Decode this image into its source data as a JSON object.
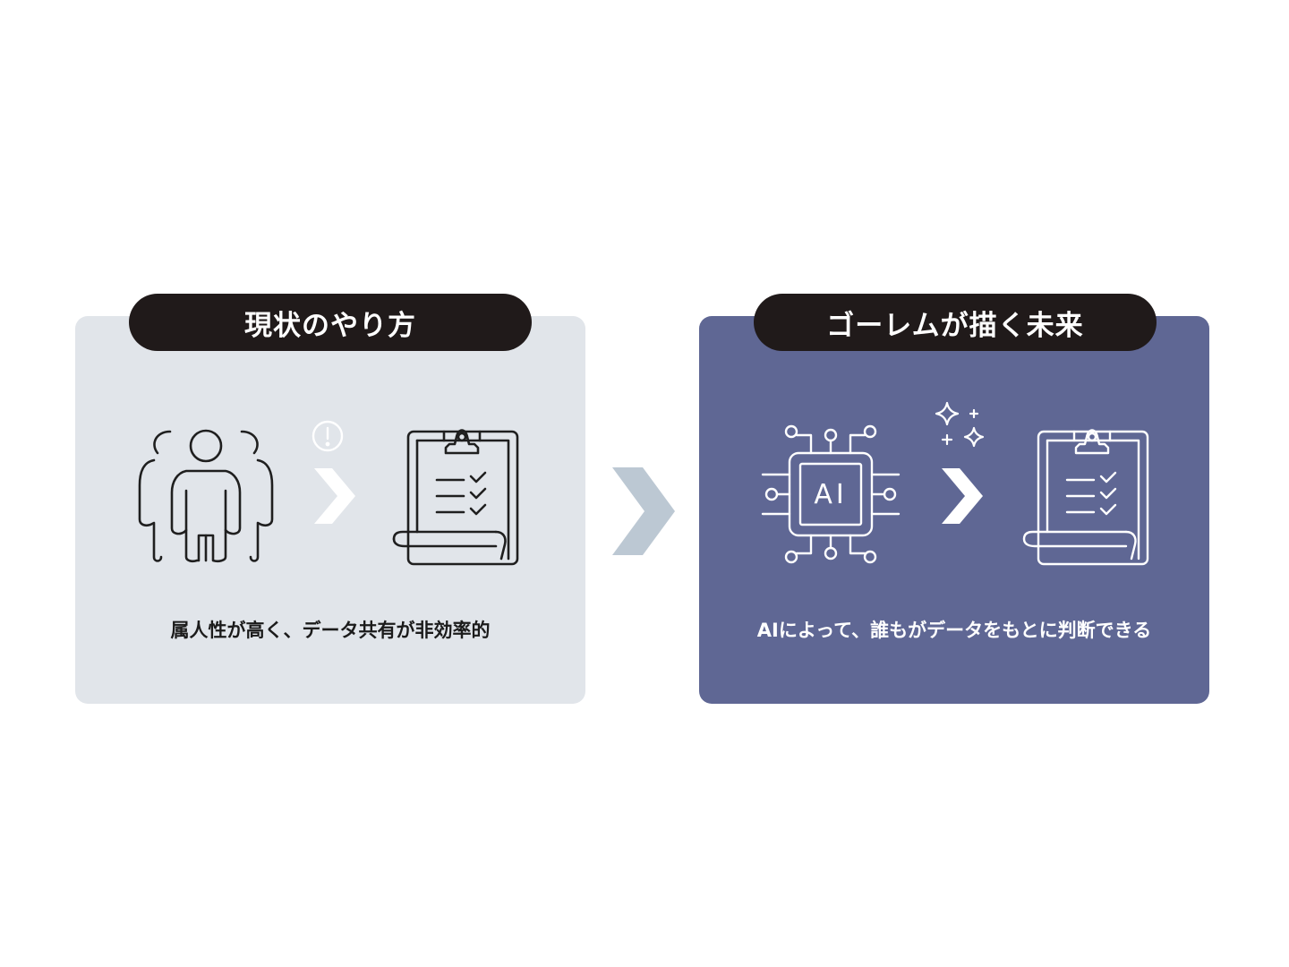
{
  "left_panel": {
    "title": "現状のやり方",
    "caption": "属人性が高く、データ共有が非効率的"
  },
  "right_panel": {
    "title": "ゴーレムが描く未来",
    "caption": "AIによって、誰もがデータをもとに判断できる",
    "chip_label": "AI"
  },
  "icons": {
    "people": "people-group-icon",
    "warning": "exclamation-circle-icon",
    "chip": "ai-chip-icon",
    "sparkles": "sparkle-icon",
    "clipboard": "clipboard-checklist-icon",
    "chevron": "chevron-right-icon"
  },
  "colors": {
    "left_panel_bg": "#e1e5ea",
    "right_panel_bg": "#5f6794",
    "pill_bg": "#201a1a",
    "center_arrow": "#bcc8d3",
    "line_dark": "#1f1f1f",
    "line_light": "#ffffff"
  }
}
